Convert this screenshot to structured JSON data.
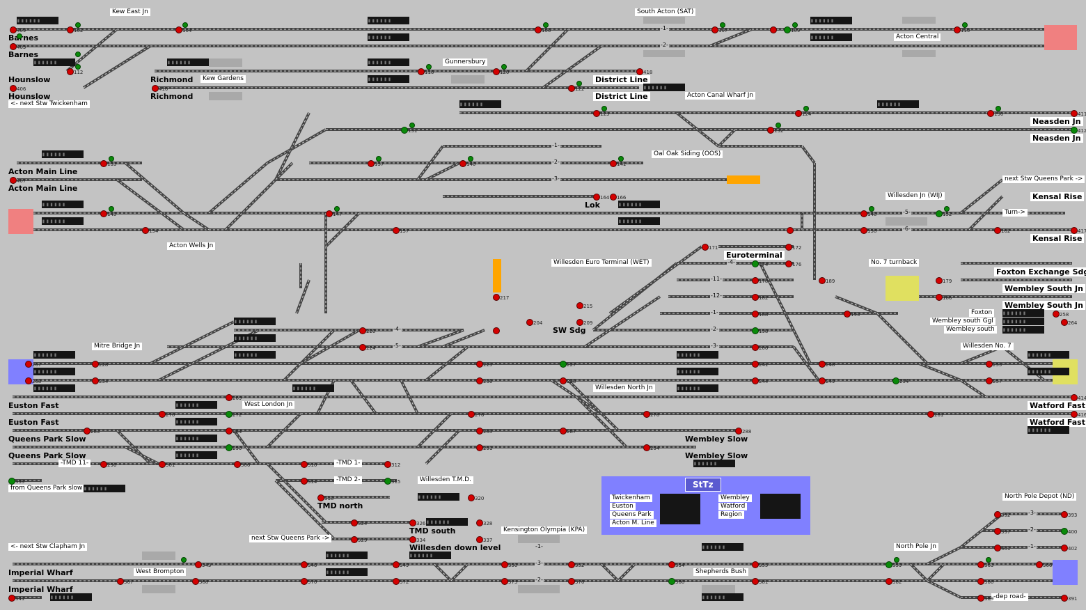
{
  "colors": {
    "background": "#c3c3c3",
    "track": "#444444",
    "signal_stop": "#d40000",
    "signal_clear": "#0a8a0a",
    "zone_red": "#f08080",
    "zone_blue": "#8080ff",
    "zone_yellow": "#e0e060",
    "zone_orange": "#ffa500",
    "panel": "#8080ff"
  },
  "place_labels": [
    {
      "text": "Kew East Jn"
    },
    {
      "text": "South Acton (SAT)"
    },
    {
      "text": "Acton Central"
    },
    {
      "text": "Gunnersbury"
    },
    {
      "text": "Kew Gardens"
    },
    {
      "text": "<- next Stw Twickenham"
    },
    {
      "text": "Acton Canal Wharf Jn"
    },
    {
      "text": "Oal Oak Siding (OOS)"
    },
    {
      "text": "next Stw Queens Park ->"
    },
    {
      "text": "Willesden Jn (WIJ)"
    },
    {
      "text": "Turn->"
    },
    {
      "text": "Acton Wells Jn"
    },
    {
      "text": "Willesden Euro Terminal (WET)"
    },
    {
      "text": "No. 7 turnback"
    },
    {
      "text": "Foxton"
    },
    {
      "text": "Wembley south Ggl"
    },
    {
      "text": "Wembley south"
    },
    {
      "text": "Mitre Bridge Jn"
    },
    {
      "text": "Willesden No. 7"
    },
    {
      "text": "Willesden North Jn"
    },
    {
      "text": "West London Jn"
    },
    {
      "text": "Willesden T.M.D."
    },
    {
      "text": "from Queens Park slow"
    },
    {
      "text": "Kensington Olympia (KPA)"
    },
    {
      "text": "North Pole Depot (ND)"
    },
    {
      "text": "<- next Stw Clapham Jn"
    },
    {
      "text": "next Stw Queens Park ->"
    },
    {
      "text": "North Pole Jn"
    },
    {
      "text": "West Brompton"
    },
    {
      "text": "Shepherds Bush"
    },
    {
      "text": "-TMD 11-"
    },
    {
      "text": "-TMD 1-"
    },
    {
      "text": "-TMD 2-"
    },
    {
      "text": "-dep road-"
    }
  ],
  "line_labels": [
    {
      "text": "Barnes"
    },
    {
      "text": "Barnes"
    },
    {
      "text": "Hounslow"
    },
    {
      "text": "Hounslow"
    },
    {
      "text": "Richmond"
    },
    {
      "text": "Richmond"
    },
    {
      "text": "District Line"
    },
    {
      "text": "District Line"
    },
    {
      "text": "Neasden Jn"
    },
    {
      "text": "Neasden Jn"
    },
    {
      "text": "Acton Main Line"
    },
    {
      "text": "Acton Main Line"
    },
    {
      "text": "Lok"
    },
    {
      "text": "Kensal Rise"
    },
    {
      "text": "Kensal Rise"
    },
    {
      "text": "Euroterminal"
    },
    {
      "text": "Foxton Exchange Sdg"
    },
    {
      "text": "Wembley South Jn"
    },
    {
      "text": "Wembley South Jn"
    },
    {
      "text": "SW Sdg"
    },
    {
      "text": "Euston Fast"
    },
    {
      "text": "Euston Fast"
    },
    {
      "text": "Watford Fast"
    },
    {
      "text": "Watford Fast"
    },
    {
      "text": "Queens Park Slow"
    },
    {
      "text": "Queens Park Slow"
    },
    {
      "text": "Wembley Slow"
    },
    {
      "text": "Wembley Slow"
    },
    {
      "text": "TMD north"
    },
    {
      "text": "TMD south"
    },
    {
      "text": "Willesden down level"
    },
    {
      "text": "Imperial Wharf"
    },
    {
      "text": "Imperial Wharf"
    }
  ],
  "track_numbers": [
    "-1-",
    "-2-",
    "-1-",
    "-2-",
    "-3-",
    "-4-",
    "-5-",
    "-11-",
    "-12-",
    "-1-",
    "-2-",
    "-3-",
    "-4-",
    "-5-",
    "-6-",
    "-1-",
    "-2-",
    "-3-",
    "-3-",
    "-2-",
    "-1-"
  ],
  "signal_numbers": [
    "102",
    "104",
    "106",
    "107",
    "109",
    "110",
    "112",
    "116",
    "120",
    "122",
    "123",
    "124",
    "130",
    "131",
    "132",
    "133",
    "137",
    "140",
    "141",
    "145",
    "147",
    "148",
    "152",
    "154",
    "157",
    "158",
    "162",
    "164",
    "166",
    "171",
    "172",
    "174",
    "176",
    "178",
    "179",
    "182",
    "186",
    "188",
    "189",
    "193",
    "198",
    "200",
    "204",
    "209",
    "215",
    "217",
    "220",
    "224",
    "225",
    "227",
    "228",
    "234",
    "236",
    "238",
    "241",
    "244",
    "248",
    "249",
    "254",
    "255",
    "257",
    "258",
    "264",
    "267",
    "268",
    "269",
    "270",
    "272",
    "276",
    "278",
    "281",
    "283",
    "284",
    "285",
    "287",
    "288",
    "290",
    "291",
    "294",
    "296",
    "301",
    "306",
    "310",
    "312",
    "314",
    "315",
    "318",
    "320",
    "324",
    "326",
    "328",
    "329",
    "334",
    "337",
    "339",
    "341",
    "343",
    "346",
    "349",
    "350",
    "352",
    "354",
    "355",
    "359",
    "363",
    "366",
    "367",
    "368",
    "370",
    "372",
    "373",
    "376",
    "380",
    "381",
    "382",
    "386",
    "389",
    "391",
    "392",
    "393",
    "397",
    "400",
    "401",
    "402",
    "403",
    "406",
    "407",
    "409",
    "410",
    "411",
    "412",
    "414",
    "416",
    "417",
    "418"
  ],
  "panel": {
    "title": "StTz",
    "left_items": [
      "Twickenham",
      "Euston",
      "Queens Park",
      "Acton M. Line"
    ],
    "right_items": [
      "Wembley",
      "Watford",
      "Region"
    ]
  },
  "blocks": {
    "text": "▮▮▮▮▮▮"
  }
}
